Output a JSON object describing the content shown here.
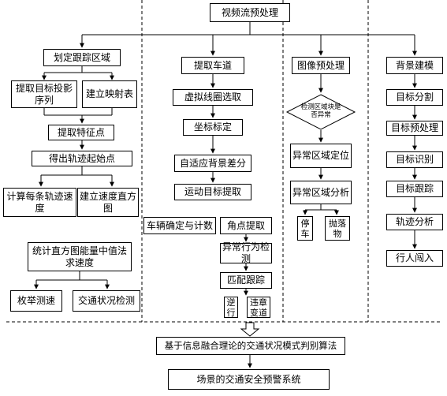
{
  "top": "视频流预处理",
  "col1": {
    "define": "划定跟踪区域",
    "proj_seq": "提取目标投影序列",
    "mapping": "建立映射表",
    "feature": "提取特征点",
    "traj_start": "得出轨迹起始点",
    "calc_speed": "计算每条轨迹速度",
    "histogram": "建立速度直方图",
    "median": "统计直方图能量中值法求速度",
    "enum_speed": "枚举测速",
    "traffic_detect": "交通状况检测"
  },
  "col2": {
    "lane": "提取车道",
    "virtual_coil": "虚拟线圈选取",
    "coord": "坐标标定",
    "bg_diff": "自适应背景差分",
    "motion": "运动目标提取",
    "vehicle_count": "车辆确定与计数",
    "corner": "角点提取",
    "anomaly_detect": "异常行为检测",
    "match_track": "匹配跟踪",
    "reverse": "逆行",
    "illegal_lane": "违章变道"
  },
  "col3": {
    "preprocess": "图像预处理",
    "check": "检测区域块是否异常",
    "locate": "异常区域定位",
    "analysis": "异常区域分析",
    "stop": "停车",
    "throw": "抛落物"
  },
  "col4": {
    "bg_model": "背景建模",
    "segment": "目标分割",
    "target_pre": "目标预处理",
    "recognize": "目标识别",
    "track": "目标跟踪",
    "traj": "轨迹分析",
    "pedestrian": "行人闯入"
  },
  "fusion": "基于信息融合理论的交通状况模式判别算法",
  "warning": "场景的交通安全预警系统"
}
